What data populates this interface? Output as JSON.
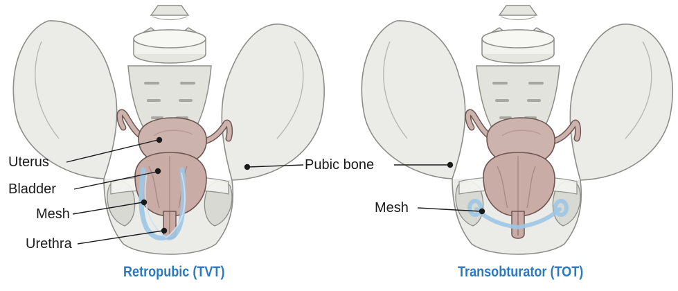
{
  "figure": {
    "left_panel": {
      "caption": "Retropubic (TVT)",
      "labels": {
        "uterus": "Uterus",
        "bladder": "Bladder",
        "mesh": "Mesh",
        "urethra": "Urethra"
      }
    },
    "center_label": "Pubic bone",
    "right_panel": {
      "caption": "Transobturator (TOT)",
      "labels": {
        "mesh": "Mesh"
      }
    }
  },
  "colors": {
    "caption": "#2b79c2",
    "bone_fill": "#ebebe7",
    "bone_stroke": "#8c8c88",
    "organ_fill": "#cdb3ae",
    "organ_stroke": "#6f5550",
    "mesh": "#9ec7e6",
    "leader": "#1a1a1a"
  }
}
